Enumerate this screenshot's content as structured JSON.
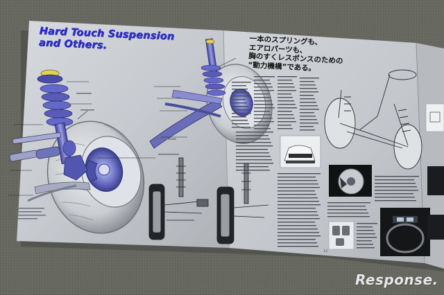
{
  "brochure": {
    "headline": [
      "Hard Touch Suspension",
      "and Others."
    ],
    "jp_heading": [
      "一本のスプリングも、",
      "エアロパーツも、",
      "胸のすくレスポンスのための",
      "“動力機構”である。"
    ],
    "page_number": "12"
  },
  "watermark": {
    "label": "Response."
  },
  "colors": {
    "carpet": "#66675f",
    "paper": "#c9cdd1",
    "headline": "#2f2fd0",
    "spring": "#5a5ab8"
  }
}
